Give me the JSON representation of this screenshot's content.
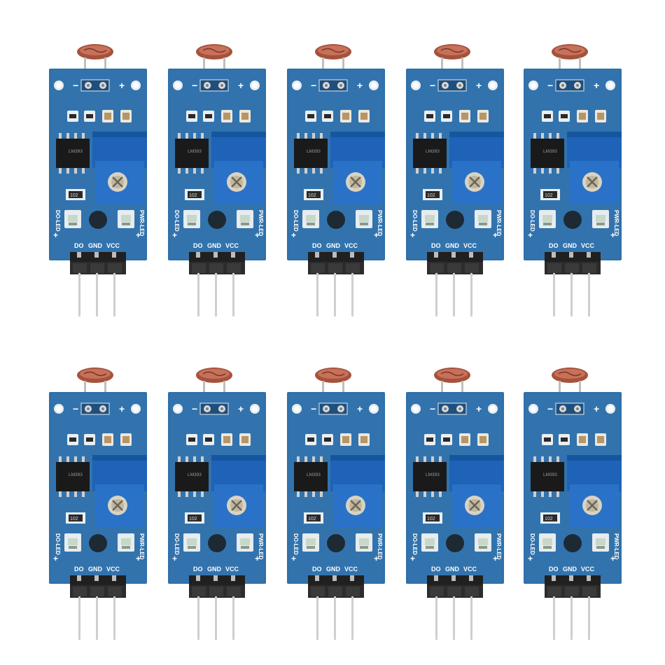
{
  "image": {
    "subject": "Ten identical photoresistor light-sensor modules arranged in two rows of five",
    "background_color": "#ffffff"
  },
  "module": {
    "pcb_color": "#2f6fa8",
    "pin_labels": [
      "DO",
      "GND",
      "VCC"
    ],
    "polarity_minus": "−",
    "polarity_plus": "+",
    "left_led_label": "DO-LED",
    "right_led_label": "PWR-LED",
    "chip_text": "LM393",
    "resistor_code": "102"
  },
  "modules": [
    {
      "id": 1
    },
    {
      "id": 2
    },
    {
      "id": 3
    },
    {
      "id": 4
    },
    {
      "id": 5
    },
    {
      "id": 6
    },
    {
      "id": 7
    },
    {
      "id": 8
    },
    {
      "id": 9
    },
    {
      "id": 10
    }
  ]
}
